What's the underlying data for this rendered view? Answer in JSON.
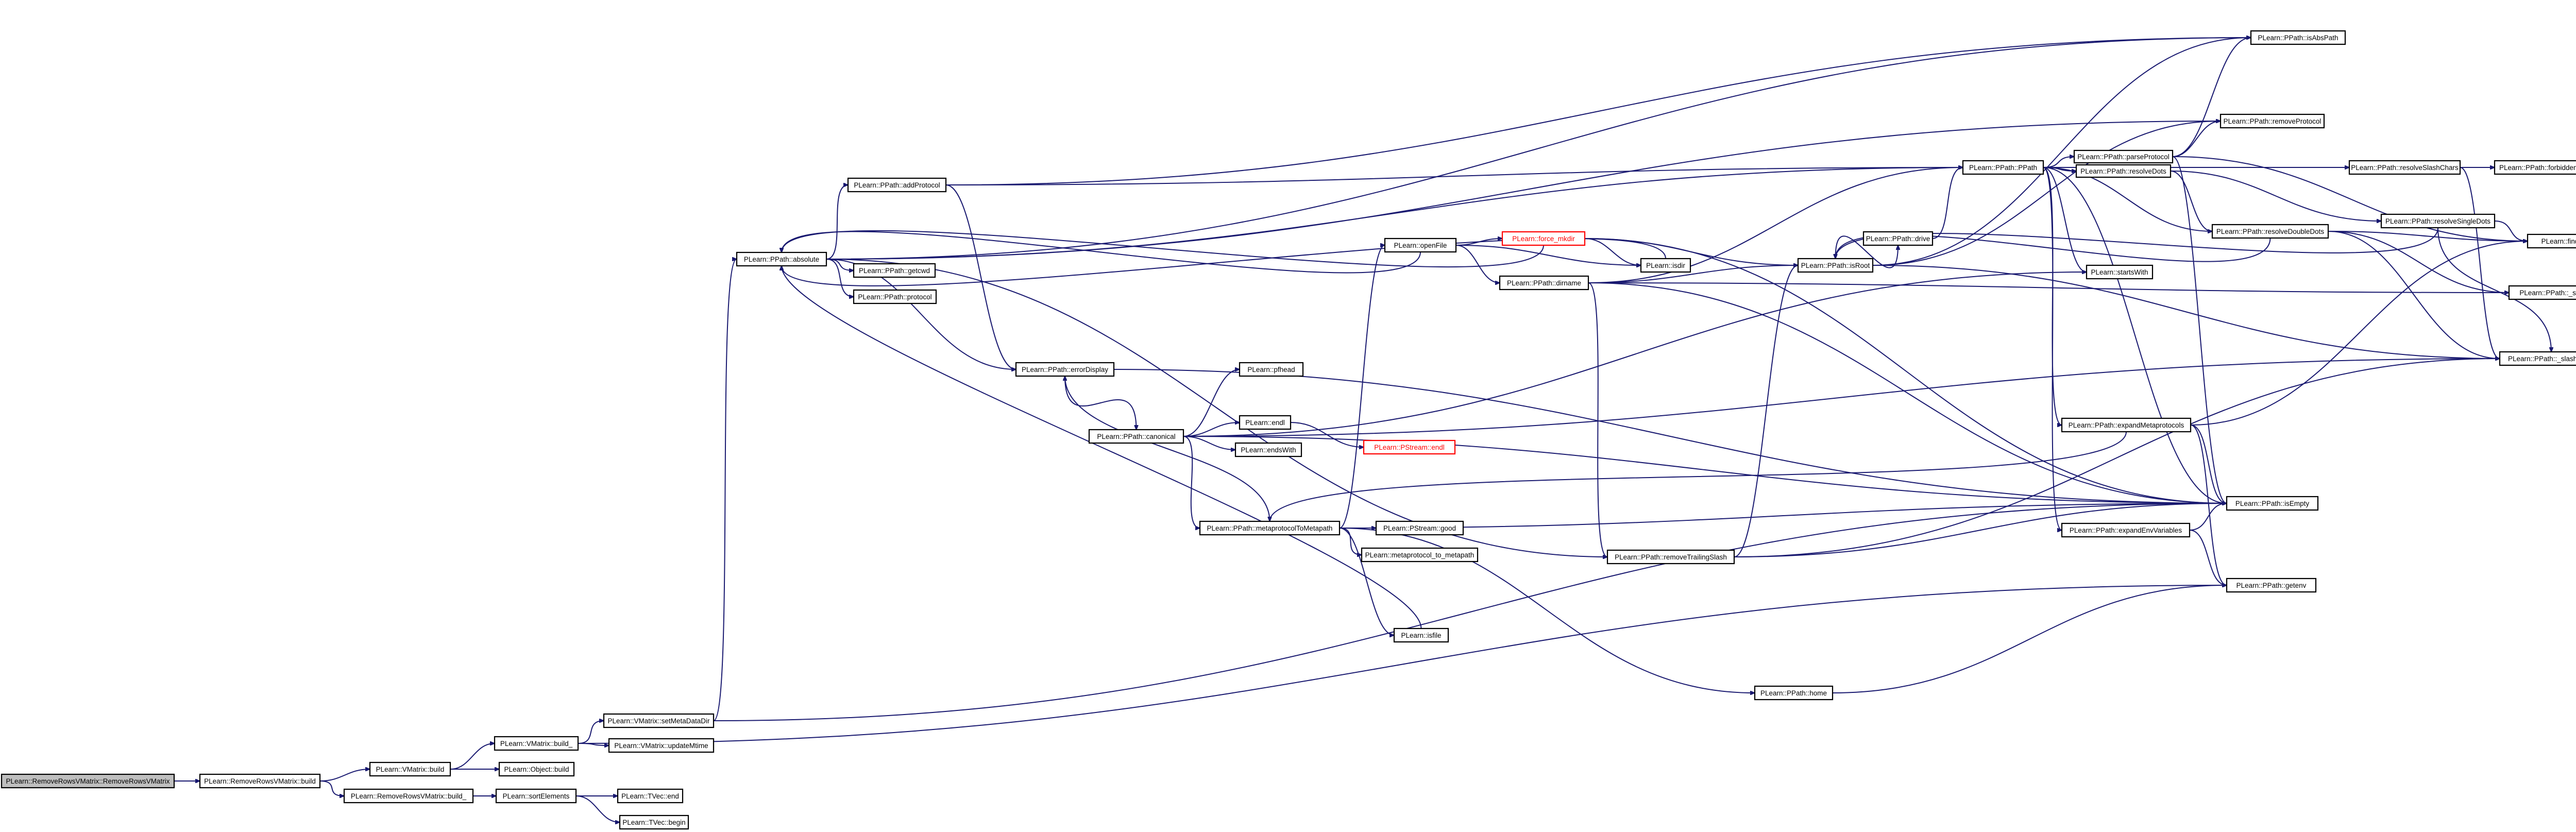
{
  "diagram": {
    "type": "call-graph",
    "colors": {
      "edge": "#191970",
      "node_border": "#000000",
      "root_fill": "#bfbfbf",
      "truncated_border": "#ff0000"
    },
    "nodes": [
      {
        "id": "root",
        "label": "PLearn::RemoveRowsVMatrix::RemoveRowsVMatrix",
        "style": "root"
      },
      {
        "id": "rrv_build",
        "label": "PLearn::RemoveRowsVMatrix::build"
      },
      {
        "id": "vm_build",
        "label": "PLearn::VMatrix::build"
      },
      {
        "id": "rrv_build_",
        "label": "PLearn::RemoveRowsVMatrix::build_"
      },
      {
        "id": "vm_build_",
        "label": "PLearn::VMatrix::build_"
      },
      {
        "id": "obj_build",
        "label": "PLearn::Object::build"
      },
      {
        "id": "sortElements",
        "label": "PLearn::sortElements"
      },
      {
        "id": "tvec_end",
        "label": "PLearn::TVec::end"
      },
      {
        "id": "tvec_begin",
        "label": "PLearn::TVec::begin"
      },
      {
        "id": "setMetaDataDir",
        "label": "PLearn::VMatrix::setMetaDataDir"
      },
      {
        "id": "updateMtime",
        "label": "PLearn::VMatrix::updateMtime"
      },
      {
        "id": "absolute",
        "label": "PLearn::PPath::absolute"
      },
      {
        "id": "addProtocol",
        "label": "PLearn::PPath::addProtocol"
      },
      {
        "id": "getcwd",
        "label": "PLearn::PPath::getcwd"
      },
      {
        "id": "protocol",
        "label": "PLearn::PPath::protocol"
      },
      {
        "id": "errorDisplay",
        "label": "PLearn::PPath::errorDisplay"
      },
      {
        "id": "canonical",
        "label": "PLearn::PPath::canonical"
      },
      {
        "id": "pfhead",
        "label": "PLearn::pfhead"
      },
      {
        "id": "endl",
        "label": "PLearn::endl"
      },
      {
        "id": "endsWith",
        "label": "PLearn::endsWith"
      },
      {
        "id": "pstream_endl",
        "label": "PLearn::PStream::endl",
        "style": "red"
      },
      {
        "id": "metaprotocolToMetapath",
        "label": "PLearn::PPath::metaprotocolToMetapath"
      },
      {
        "id": "pstream_good",
        "label": "PLearn::PStream::good"
      },
      {
        "id": "metaprotocol_to_metapath",
        "label": "PLearn::metaprotocol_to_metapath"
      },
      {
        "id": "isfile",
        "label": "PLearn::isfile"
      },
      {
        "id": "force_mkdir",
        "label": "PLearn::force_mkdir",
        "style": "red"
      },
      {
        "id": "isdir",
        "label": "PLearn::isdir"
      },
      {
        "id": "openFile",
        "label": "PLearn::openFile"
      },
      {
        "id": "dirname",
        "label": "PLearn::PPath::dirname"
      },
      {
        "id": "isRoot",
        "label": "PLearn::PPath::isRoot"
      },
      {
        "id": "drive",
        "label": "PLearn::PPath::drive"
      },
      {
        "id": "removeTrailingSlash",
        "label": "PLearn::PPath::removeTrailingSlash"
      },
      {
        "id": "home",
        "label": "PLearn::PPath::home"
      },
      {
        "id": "ppath_ctor",
        "label": "PLearn::PPath::PPath"
      },
      {
        "id": "startsWith",
        "label": "PLearn::startsWith"
      },
      {
        "id": "resolveDots",
        "label": "PLearn::PPath::resolveDots"
      },
      {
        "id": "parseProtocol",
        "label": "PLearn::PPath::parseProtocol"
      },
      {
        "id": "expandMetaprotocols",
        "label": "PLearn::PPath::expandMetaprotocols"
      },
      {
        "id": "expandEnvVariables",
        "label": "PLearn::PPath::expandEnvVariables"
      },
      {
        "id": "isAbsPath",
        "label": "PLearn::PPath::isAbsPath"
      },
      {
        "id": "removeProtocol",
        "label": "PLearn::PPath::removeProtocol"
      },
      {
        "id": "resolveSlashChars",
        "label": "PLearn::PPath::resolveSlashChars"
      },
      {
        "id": "resolveDoubleDots",
        "label": "PLearn::PPath::resolveDoubleDots"
      },
      {
        "id": "resolveSingleDots",
        "label": "PLearn::PPath::resolveSingleDots"
      },
      {
        "id": "forbidden_chars",
        "label": "PLearn::PPath::forbidden_chars"
      },
      {
        "id": "find",
        "label": "PLearn::find"
      },
      {
        "id": "_slash",
        "label": "PLearn::PPath::_slash"
      },
      {
        "id": "_slash_char",
        "label": "PLearn::PPath::_slash_char"
      },
      {
        "id": "isEmpty",
        "label": "PLearn::PPath::isEmpty"
      },
      {
        "id": "getenv",
        "label": "PLearn::PPath::getenv"
      }
    ],
    "edges": [
      [
        "root",
        "rrv_build"
      ],
      [
        "rrv_build",
        "vm_build"
      ],
      [
        "rrv_build",
        "rrv_build_"
      ],
      [
        "vm_build",
        "vm_build_"
      ],
      [
        "vm_build",
        "obj_build"
      ],
      [
        "rrv_build_",
        "sortElements"
      ],
      [
        "sortElements",
        "tvec_end"
      ],
      [
        "sortElements",
        "tvec_begin"
      ],
      [
        "vm_build_",
        "setMetaDataDir"
      ],
      [
        "vm_build_",
        "updateMtime"
      ],
      [
        "vm_build_",
        "getenv"
      ],
      [
        "setMetaDataDir",
        "absolute"
      ],
      [
        "setMetaDataDir",
        "isEmpty"
      ],
      [
        "absolute",
        "addProtocol"
      ],
      [
        "absolute",
        "getcwd"
      ],
      [
        "absolute",
        "protocol"
      ],
      [
        "absolute",
        "errorDisplay"
      ],
      [
        "absolute",
        "isAbsPath"
      ],
      [
        "absolute",
        "removeProtocol"
      ],
      [
        "absolute",
        "ppath_ctor"
      ],
      [
        "absolute",
        "removeTrailingSlash"
      ],
      [
        "addProtocol",
        "errorDisplay"
      ],
      [
        "addProtocol",
        "isAbsPath"
      ],
      [
        "addProtocol",
        "ppath_ctor"
      ],
      [
        "errorDisplay",
        "canonical"
      ],
      [
        "errorDisplay",
        "isEmpty"
      ],
      [
        "canonical",
        "pfhead"
      ],
      [
        "canonical",
        "endl"
      ],
      [
        "canonical",
        "endsWith"
      ],
      [
        "canonical",
        "metaprotocolToMetapath"
      ],
      [
        "canonical",
        "startsWith"
      ],
      [
        "canonical",
        "isEmpty"
      ],
      [
        "canonical",
        "_slash_char"
      ],
      [
        "endl",
        "pstream_endl"
      ],
      [
        "metaprotocolToMetapath",
        "pstream_good"
      ],
      [
        "metaprotocolToMetapath",
        "metaprotocol_to_metapath"
      ],
      [
        "metaprotocolToMetapath",
        "isfile"
      ],
      [
        "metaprotocolToMetapath",
        "openFile"
      ],
      [
        "metaprotocolToMetapath",
        "errorDisplay"
      ],
      [
        "metaprotocolToMetapath",
        "home"
      ],
      [
        "metaprotocolToMetapath",
        "isEmpty"
      ],
      [
        "openFile",
        "absolute"
      ],
      [
        "openFile",
        "force_mkdir"
      ],
      [
        "openFile",
        "isdir"
      ],
      [
        "openFile",
        "dirname"
      ],
      [
        "force_mkdir",
        "absolute"
      ],
      [
        "force_mkdir",
        "isdir"
      ],
      [
        "force_mkdir",
        "isRoot"
      ],
      [
        "force_mkdir",
        "isEmpty"
      ],
      [
        "isdir",
        "absolute"
      ],
      [
        "isfile",
        "absolute"
      ],
      [
        "dirname",
        "isRoot"
      ],
      [
        "dirname",
        "ppath_ctor"
      ],
      [
        "dirname",
        "removeTrailingSlash"
      ],
      [
        "dirname",
        "_slash"
      ],
      [
        "dirname",
        "isEmpty"
      ],
      [
        "isRoot",
        "drive"
      ],
      [
        "isRoot",
        "isAbsPath"
      ],
      [
        "isRoot",
        "removeProtocol"
      ],
      [
        "isRoot",
        "_slash_char"
      ],
      [
        "drive",
        "ppath_ctor"
      ],
      [
        "removeTrailingSlash",
        "isRoot"
      ],
      [
        "removeTrailingSlash",
        "isEmpty"
      ],
      [
        "removeTrailingSlash",
        "_slash_char"
      ],
      [
        "home",
        "getenv"
      ],
      [
        "ppath_ctor",
        "resolveDots"
      ],
      [
        "ppath_ctor",
        "parseProtocol"
      ],
      [
        "ppath_ctor",
        "resolveSlashChars"
      ],
      [
        "ppath_ctor",
        "resolveDoubleDots"
      ],
      [
        "ppath_ctor",
        "startsWith"
      ],
      [
        "ppath_ctor",
        "expandMetaprotocols"
      ],
      [
        "ppath_ctor",
        "expandEnvVariables"
      ],
      [
        "ppath_ctor",
        "isEmpty"
      ],
      [
        "parseProtocol",
        "isAbsPath"
      ],
      [
        "parseProtocol",
        "removeProtocol"
      ],
      [
        "parseProtocol",
        "find"
      ],
      [
        "parseProtocol",
        "isEmpty"
      ],
      [
        "resolveDots",
        "resolveDoubleDots"
      ],
      [
        "resolveDots",
        "resolveSingleDots"
      ],
      [
        "resolveSlashChars",
        "forbidden_chars"
      ],
      [
        "resolveSlashChars",
        "_slash_char"
      ],
      [
        "resolveDoubleDots",
        "isRoot"
      ],
      [
        "resolveDoubleDots",
        "find"
      ],
      [
        "resolveDoubleDots",
        "_slash"
      ],
      [
        "resolveDoubleDots",
        "_slash_char"
      ],
      [
        "resolveSingleDots",
        "isRoot"
      ],
      [
        "resolveSingleDots",
        "find"
      ],
      [
        "resolveSingleDots",
        "_slash_char"
      ],
      [
        "expandMetaprotocols",
        "metaprotocolToMetapath"
      ],
      [
        "expandMetaprotocols",
        "getenv"
      ],
      [
        "expandMetaprotocols",
        "find"
      ],
      [
        "expandMetaprotocols",
        "isEmpty"
      ],
      [
        "expandEnvVariables",
        "getenv"
      ],
      [
        "expandEnvVariables",
        "isEmpty"
      ]
    ]
  }
}
